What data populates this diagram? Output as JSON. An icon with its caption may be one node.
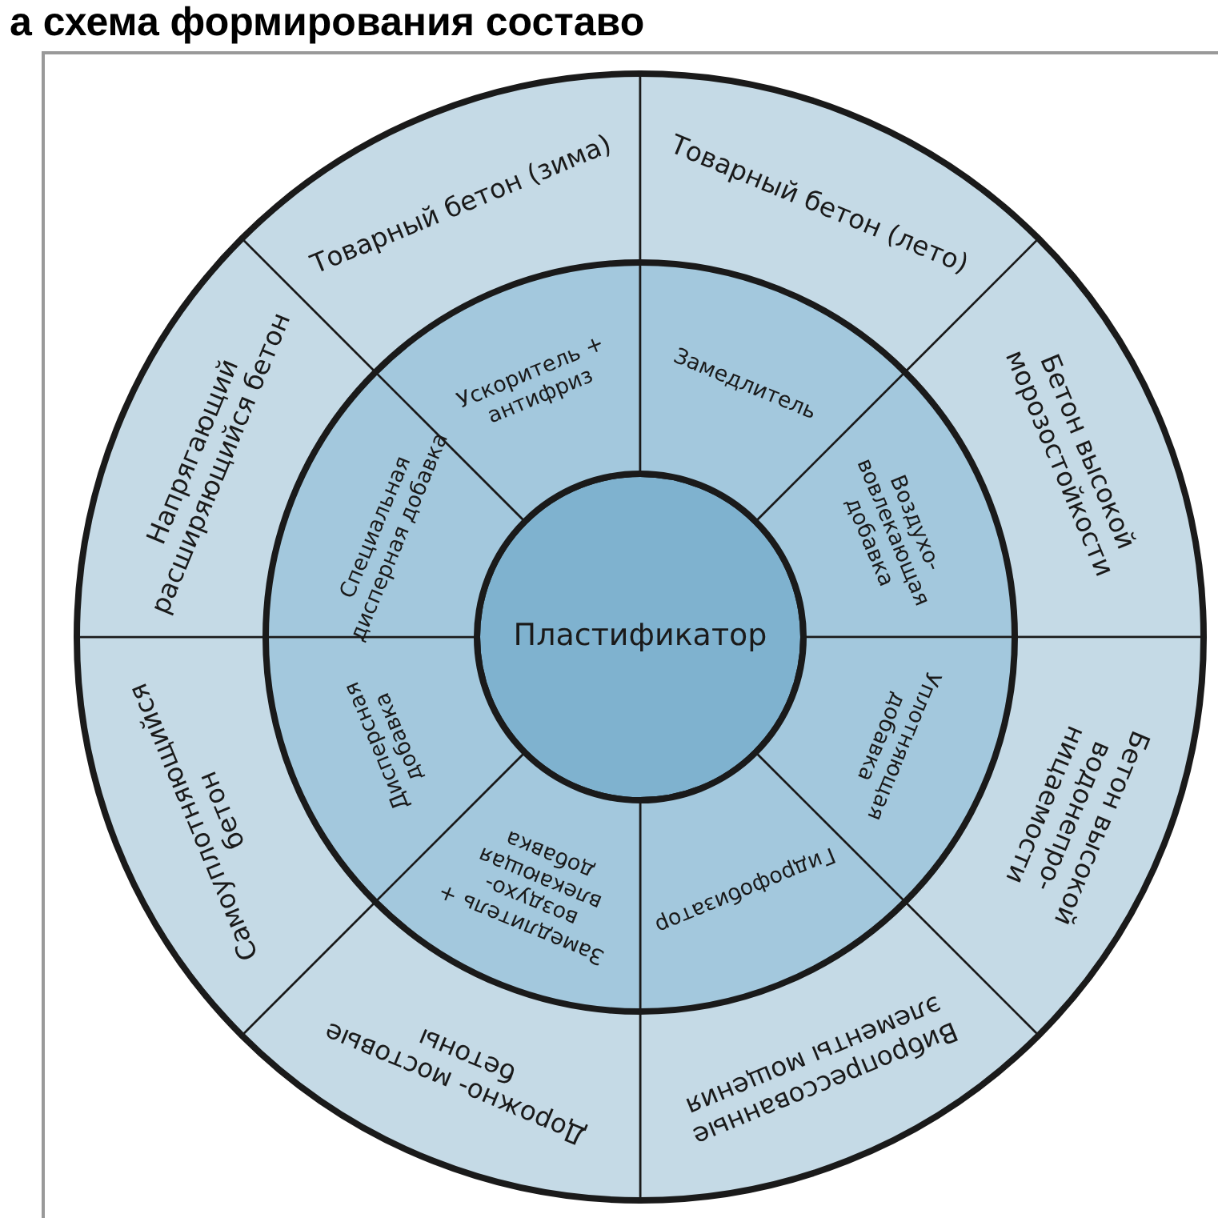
{
  "diagram": {
    "title": "а схема формирования составо",
    "nodes": [
      {
        "text": [
          "Пластификатор"
        ]
      },
      {
        "text": [
          "Ускоритель + антифриз"
        ]
      },
      {
        "text": [
          "Замедлитель"
        ]
      },
      {
        "text": [
          "Воздухо- вовлекающая добавка"
        ]
      },
      {
        "text": [
          "Уплотняющая добавка"
        ]
      },
      {
        "text": [
          "Гидрофобизатор"
        ]
      },
      {
        "text": [
          "Замедлитель + воздухо- влекающая добавка"
        ]
      },
      {
        "text": [
          "Дисперсная добавка"
        ]
      },
      {
        "text": [
          "Специальная дисперная добавка"
        ]
      },
      {
        "text": [
          "Товарный бетон (зима)"
        ]
      },
      {
        "text": [
          "Товарный бетон (лето)"
        ]
      },
      {
        "text": [
          "Бетон высокой морозостойкости"
        ]
      },
      {
        "text": [
          "Бетон высокой водонепро- ницаемости"
        ]
      },
      {
        "text": [
          "Вибропрессованные элементы мощения"
        ]
      },
      {
        "text": [
          "Дорожно- мостовые бетоны"
        ]
      },
      {
        "text": [
          "Самоуплотняющийся бетон"
        ]
      },
      {
        "text": [
          "Напрягающий расширяющийся бетон"
        ]
      }
    ]
  }
}
